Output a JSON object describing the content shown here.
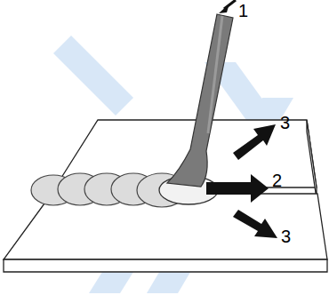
{
  "diagram": {
    "labels": [
      "1",
      "2",
      "3",
      "3"
    ]
  }
}
